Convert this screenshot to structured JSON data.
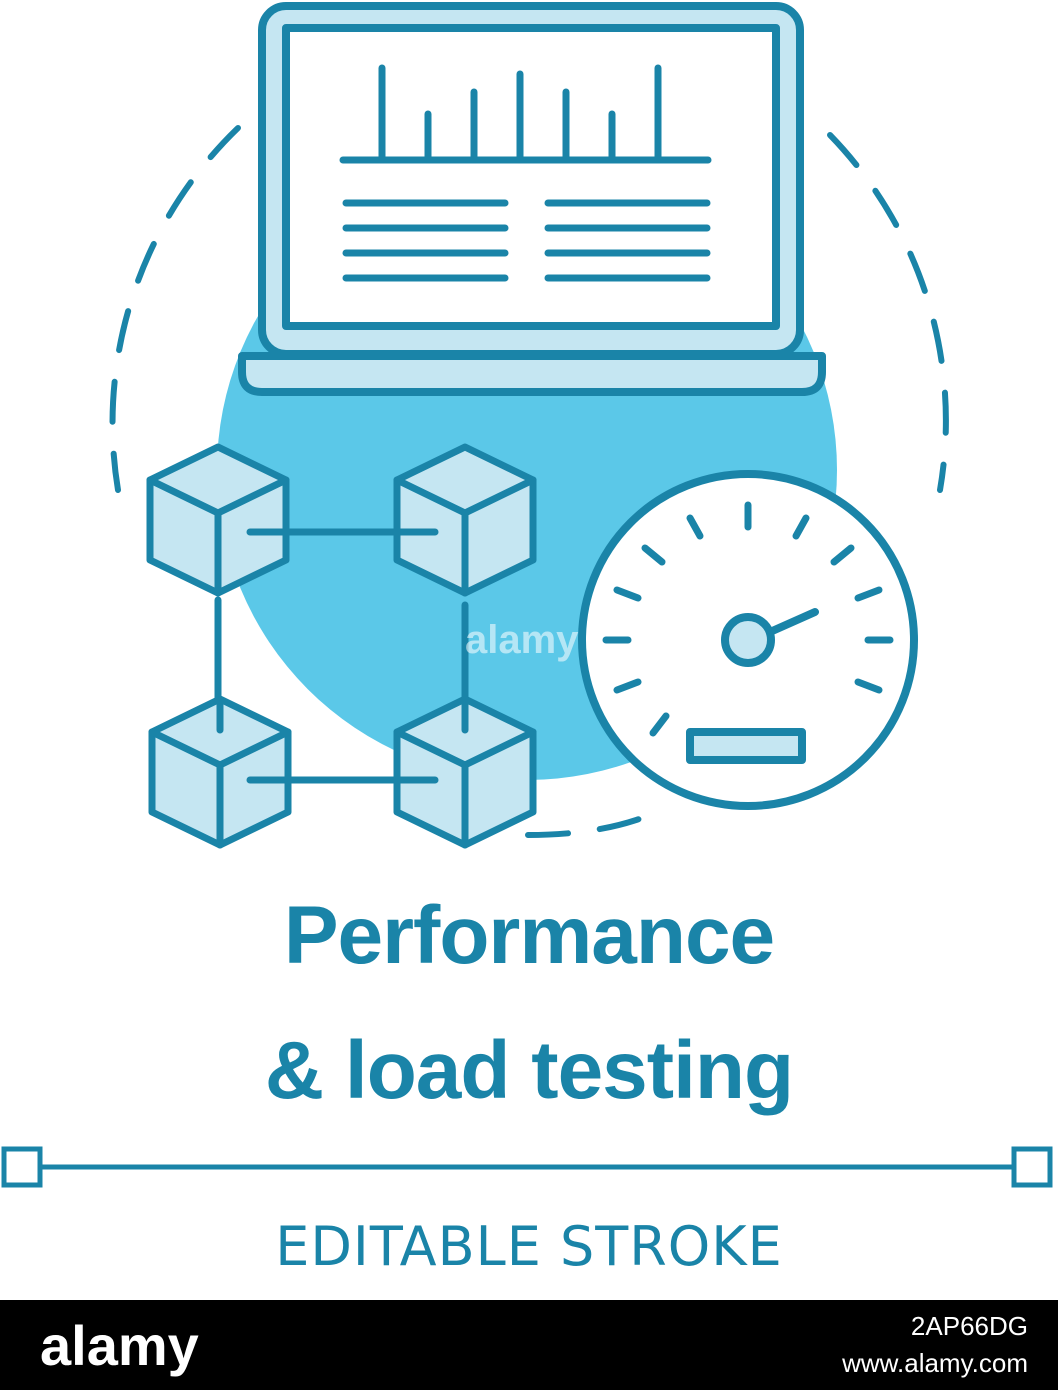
{
  "title": {
    "line1": "Performance",
    "line2": "& load testing"
  },
  "stroke_label": "EDITABLE STROKE",
  "watermark": "alamy",
  "footer": {
    "logo": "alamy",
    "image_id": "2AP66DG",
    "url": "www.alamy.com"
  },
  "colors": {
    "stroke": "#1a84a8",
    "fill_light": "#c5e6f2",
    "fill_circle": "#5bc8e8",
    "footer_bg": "#000000"
  },
  "icons": [
    "laptop-icon",
    "bar-chart-icon",
    "network-cubes-icon",
    "speedometer-icon"
  ]
}
